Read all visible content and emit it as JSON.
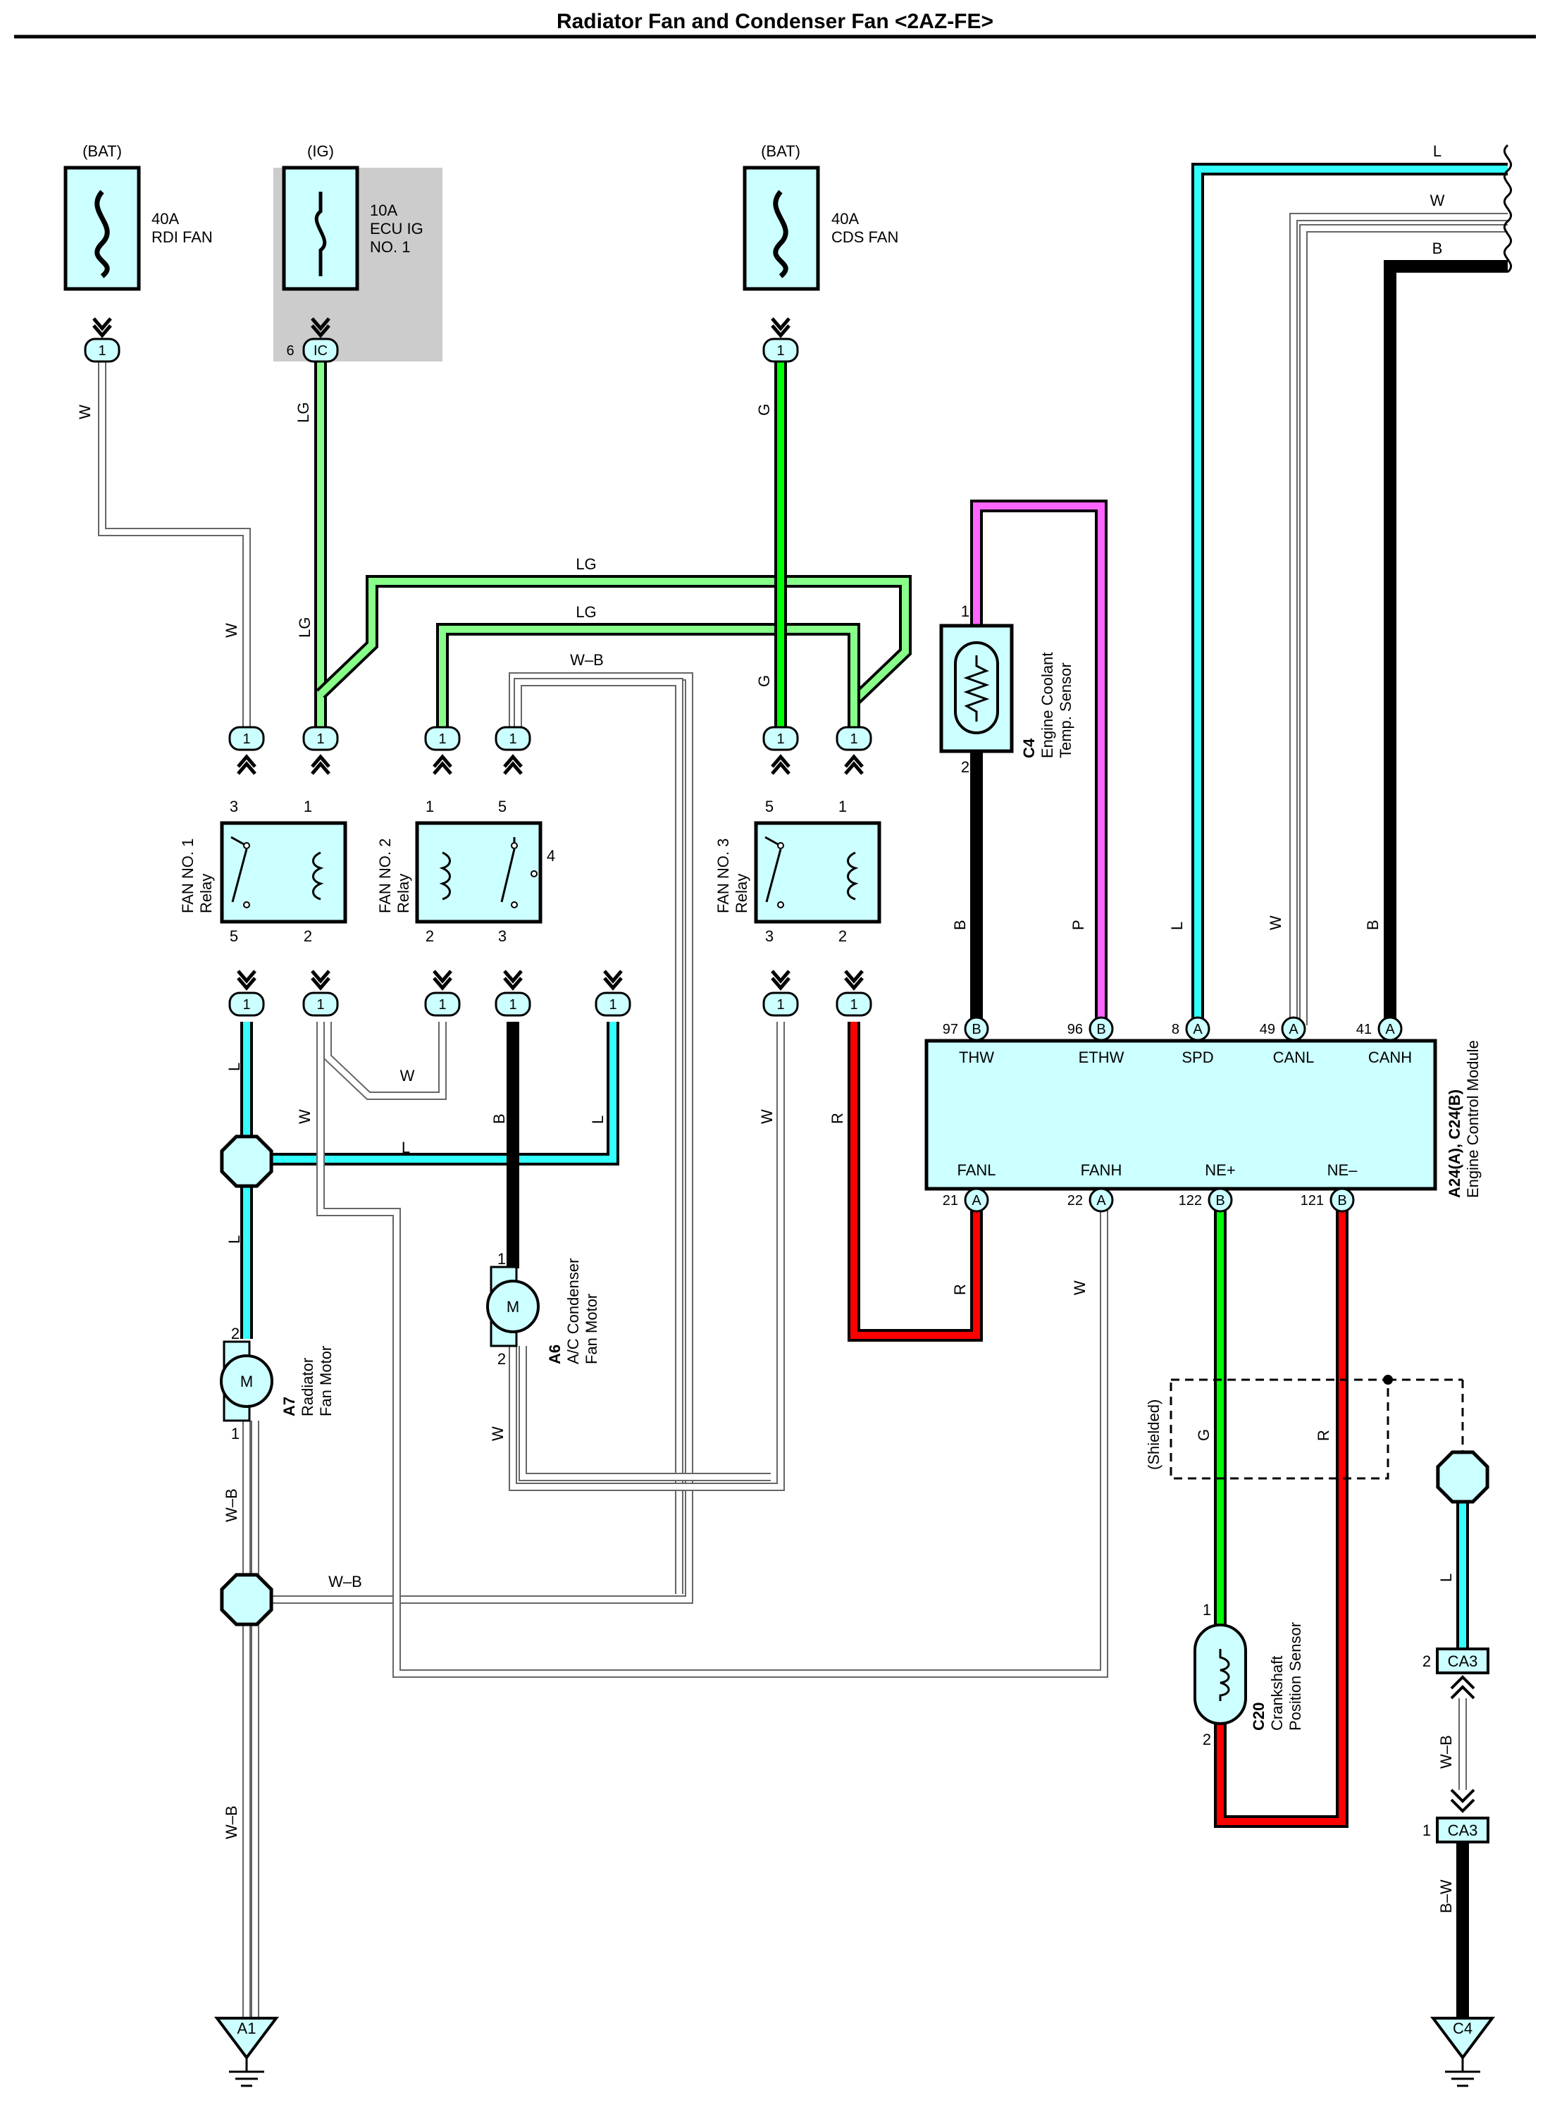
{
  "title": "Radiator Fan and Condenser Fan <2AZ-FE>",
  "colors": {
    "L": "#33ffff",
    "W": "#ffffff",
    "B": "#000000",
    "LG": "#88ff88",
    "G": "#00ff00",
    "P": "#ff66ff",
    "R": "#ff0000",
    "WB": "#ffffff",
    "component_fill": "#ccffff",
    "ig_shade": "#cccccc"
  },
  "fuses": {
    "rdi": {
      "source": "(BAT)",
      "rating": "40A",
      "name1": "RDI FAN",
      "name2": "",
      "pin": "1",
      "pin_no": ""
    },
    "ecu": {
      "source": "(IG)",
      "rating": "10A",
      "name1": "ECU IG",
      "name2": "NO. 1",
      "pin": "IC",
      "pin_no": "6"
    },
    "cds": {
      "source": "(BAT)",
      "rating": "40A",
      "name1": "CDS FAN",
      "name2": "",
      "pin": "1",
      "pin_no": ""
    }
  },
  "relays": {
    "r1": {
      "name1": "FAN NO. 1",
      "name2": "Relay",
      "pins": [
        "3",
        "1",
        "5",
        "2"
      ]
    },
    "r2": {
      "name1": "FAN NO. 2",
      "name2": "Relay",
      "pins": [
        "1",
        "5",
        "4",
        "2",
        "3"
      ]
    },
    "r3": {
      "name1": "FAN NO. 3",
      "name2": "Relay",
      "pins": [
        "5",
        "1",
        "3",
        "2"
      ]
    }
  },
  "connector_pins": {
    "one": "1"
  },
  "wire_labels": {
    "W": "W",
    "LG": "LG",
    "G": "G",
    "L": "L",
    "B": "B",
    "P": "P",
    "R": "R",
    "WB": "W–B",
    "BW": "B–W"
  },
  "sensors": {
    "c4": {
      "id": "C4",
      "name1": "Engine Coolant",
      "name2": "Temp. Sensor",
      "pin_top": "1",
      "pin_bot": "2"
    },
    "c20": {
      "id": "C20",
      "name1": "Crankshaft",
      "name2": "Position Sensor",
      "pin_top": "1",
      "pin_bot": "2"
    }
  },
  "motors": {
    "a6": {
      "id": "A6",
      "name1": "A/C Condenser",
      "name2": "Fan Motor",
      "symbol": "M",
      "pin_top": "1",
      "pin_bot": "2"
    },
    "a7": {
      "id": "A7",
      "name1": "Radiator",
      "name2": "Fan Motor",
      "symbol": "M",
      "pin_top": "2",
      "pin_bot": "1"
    }
  },
  "ecm": {
    "id": "A24(A), C24(B)",
    "name": "Engine Control Module",
    "top_terminals": [
      {
        "num": "97",
        "conn": "B",
        "label": "THW"
      },
      {
        "num": "96",
        "conn": "B",
        "label": "ETHW"
      },
      {
        "num": "8",
        "conn": "A",
        "label": "SPD"
      },
      {
        "num": "49",
        "conn": "A",
        "label": "CANL"
      },
      {
        "num": "41",
        "conn": "A",
        "label": "CANH"
      }
    ],
    "bottom_terminals": [
      {
        "num": "21",
        "conn": "A",
        "label": "FANL"
      },
      {
        "num": "22",
        "conn": "A",
        "label": "FANH"
      },
      {
        "num": "122",
        "conn": "B",
        "label": "NE+"
      },
      {
        "num": "121",
        "conn": "B",
        "label": "NE–"
      }
    ]
  },
  "shielded_label": "(Shielded)",
  "connectors_ca3": {
    "name": "CA3",
    "pin_top": "2",
    "pin_bot": "1"
  },
  "grounds": {
    "a1": "A1",
    "c4": "C4"
  }
}
